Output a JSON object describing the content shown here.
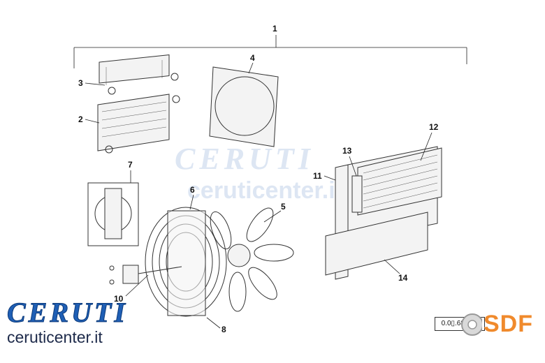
{
  "watermark": {
    "brand": "CERUTI",
    "site": "ceruticenter.it"
  },
  "callouts": [
    {
      "id": "1",
      "label": "1"
    },
    {
      "id": "2",
      "label": "2"
    },
    {
      "id": "3",
      "label": "3"
    },
    {
      "id": "4",
      "label": "4"
    },
    {
      "id": "5",
      "label": "5"
    },
    {
      "id": "6",
      "label": "6"
    },
    {
      "id": "7",
      "label": "7"
    },
    {
      "id": "8",
      "label": "8"
    },
    {
      "id": "10",
      "label": "10"
    },
    {
      "id": "11",
      "label": "11"
    },
    {
      "id": "12",
      "label": "12"
    },
    {
      "id": "13",
      "label": "13"
    },
    {
      "id": "14",
      "label": "14"
    }
  ],
  "reference_code": "0.0▯.6885.4",
  "logos": {
    "ceruti_brand": "CERUTI",
    "ceruti_site": "ceruticenter.it",
    "sdf": "SDF"
  },
  "colors": {
    "ceruti_blue": "#1f5fb5",
    "sdf_orange": "#f08a2c",
    "watermark": "#dde6f3"
  },
  "icons": [
    "sdf-gear-icon"
  ]
}
